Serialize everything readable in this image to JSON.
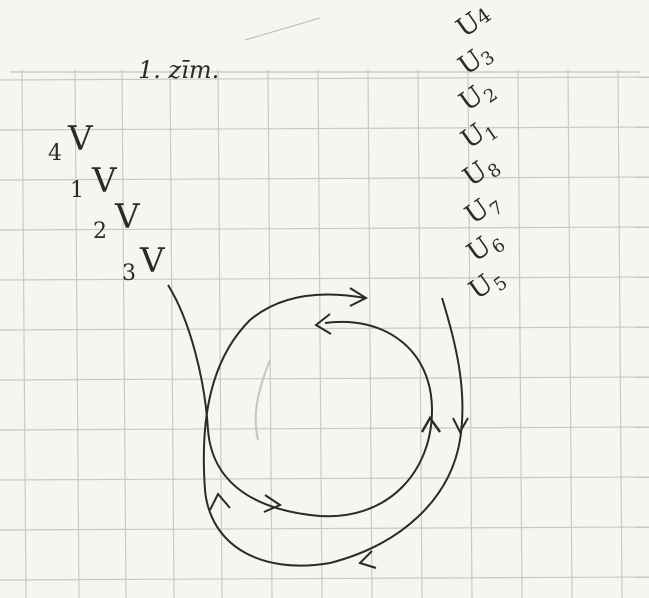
{
  "title": "1. zīm.",
  "left_labels": [
    {
      "num": "4",
      "mark": "V"
    },
    {
      "num": "1",
      "mark": "V"
    },
    {
      "num": "2",
      "mark": "V"
    },
    {
      "num": "3",
      "mark": "V"
    }
  ],
  "right_labels": [
    {
      "num": "4",
      "mark": "U"
    },
    {
      "num": "3",
      "mark": "U"
    },
    {
      "num": "2",
      "mark": "U"
    },
    {
      "num": "1",
      "mark": "U"
    },
    {
      "num": "8",
      "mark": "U"
    },
    {
      "num": "7",
      "mark": "U"
    },
    {
      "num": "6",
      "mark": "U"
    },
    {
      "num": "5",
      "mark": "U"
    }
  ],
  "colors": {
    "paper": "#f6f5f1",
    "grid": "#c9c9c6",
    "ink": "#2a2a2a",
    "faded": "#b8b8b4"
  }
}
